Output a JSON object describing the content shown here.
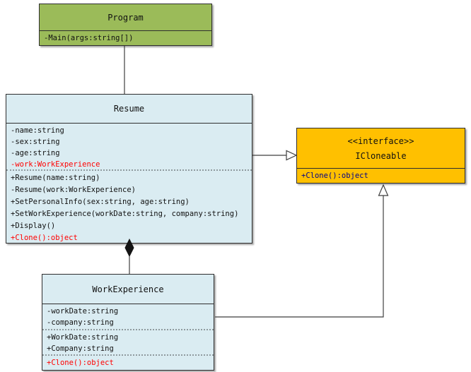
{
  "colors": {
    "program-fill": "#9bbb59",
    "class-fill": "#daecf2",
    "interface-fill": "#ffc000",
    "line": "#2e2e2e",
    "connector": "#3f3f3f",
    "red-text": "#ff0000",
    "navy-text": "#00008b",
    "black-text": "#111111"
  },
  "classes": {
    "program": {
      "title": "Program",
      "methods": [
        {
          "text": "-Main(args:string[])",
          "color": "default"
        }
      ]
    },
    "resume": {
      "title": "Resume",
      "attributes": [
        {
          "text": "-name:string",
          "color": "default"
        },
        {
          "text": "-sex:string",
          "color": "default"
        },
        {
          "text": "-age:string",
          "color": "default"
        },
        {
          "text": "-work:WorkExperience",
          "color": "red"
        }
      ],
      "methods": [
        {
          "text": "+Resume(name:string)",
          "color": "default"
        },
        {
          "text": "-Resume(work:WorkExperience)",
          "color": "default"
        },
        {
          "text": "+SetPersonalInfo(sex:string, age:string)",
          "color": "default"
        },
        {
          "text": "+SetWorkExperience(workDate:string, company:string)",
          "color": "default"
        },
        {
          "text": "+Display()",
          "color": "default"
        },
        {
          "text": "+Clone():object",
          "color": "red"
        }
      ]
    },
    "icloneable": {
      "stereotype": "<<interface>>",
      "title": "ICloneable",
      "methods": [
        {
          "text": "+Clone():object",
          "color": "navy"
        }
      ]
    },
    "workexperience": {
      "title": "WorkExperience",
      "attributes": [
        {
          "text": "-workDate:string",
          "color": "default"
        },
        {
          "text": "-company:string",
          "color": "default"
        }
      ],
      "properties": [
        {
          "text": "+WorkDate:string",
          "color": "default"
        },
        {
          "text": "+Company:string",
          "color": "default"
        }
      ],
      "methods": [
        {
          "text": "+Clone():object",
          "color": "red"
        }
      ]
    }
  },
  "relationships": [
    {
      "from": "Program",
      "to": "Resume",
      "type": "association"
    },
    {
      "from": "Resume",
      "to": "ICloneable",
      "type": "realization"
    },
    {
      "from": "Resume",
      "to": "WorkExperience",
      "type": "composition"
    },
    {
      "from": "WorkExperience",
      "to": "ICloneable",
      "type": "realization"
    }
  ]
}
